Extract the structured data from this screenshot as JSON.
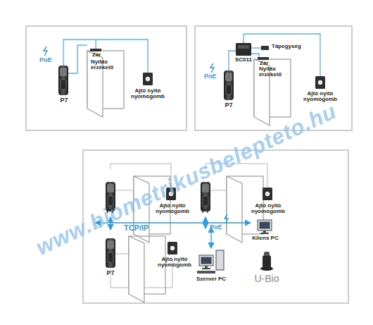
{
  "diagram": {
    "labels": [
      "PoE",
      "Zár",
      "Nyitás érzékelő",
      "P7",
      "Ajtó nyitó nyomógomb",
      "Tápegység",
      "Zár",
      "SC011",
      "Nyitás érzékelő",
      "PoE",
      "P7",
      "Ajtó nyitó nyomógomb",
      "P7",
      "Ajtó nyitó nyomógomb",
      "P7",
      "Ajtó nyitó nyomógomb",
      "TCP/IP",
      "PoE",
      "Kliens PC",
      "P7",
      "Ajtó nyitó nyomógomb",
      "Szerver PC",
      "U-Bio",
      "www.biometrikusbelepteto.hu"
    ]
  }
}
